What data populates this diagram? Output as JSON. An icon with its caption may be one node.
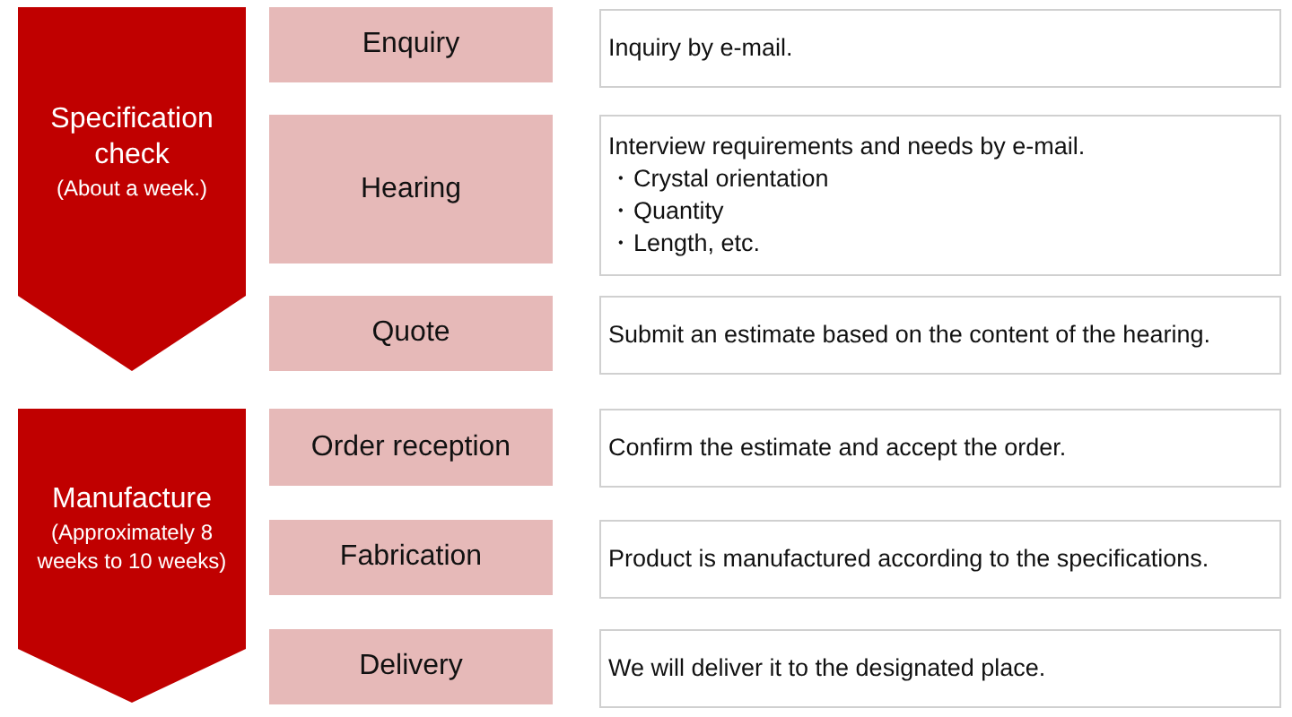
{
  "diagram": {
    "nodes": [
      {
        "text": [
          "Specification check",
          "(About a week.)"
        ]
      },
      {
        "text": [
          "Enquiry"
        ]
      },
      {
        "text": [
          "Inquiry by e-mail."
        ]
      },
      {
        "text": [
          "Hearing"
        ]
      },
      {
        "text": [
          "Interview requirements and needs by e-mail.",
          "・Crystal orientation",
          "・Quantity",
          "・Length, etc."
        ]
      },
      {
        "text": [
          "Quote"
        ]
      },
      {
        "text": [
          "Submit an estimate based on the content of the hearing."
        ]
      },
      {
        "text": [
          "Manufacture",
          "(Approximately 8 weeks to 10 weeks)"
        ]
      },
      {
        "text": [
          "Order reception"
        ]
      },
      {
        "text": [
          "Confirm the estimate and accept the order."
        ]
      },
      {
        "text": [
          "Fabrication"
        ]
      },
      {
        "text": [
          "Product is manufactured according to the specifications."
        ]
      },
      {
        "text": [
          "Delivery"
        ]
      },
      {
        "text": [
          "We will deliver it to the designated place."
        ]
      }
    ]
  }
}
